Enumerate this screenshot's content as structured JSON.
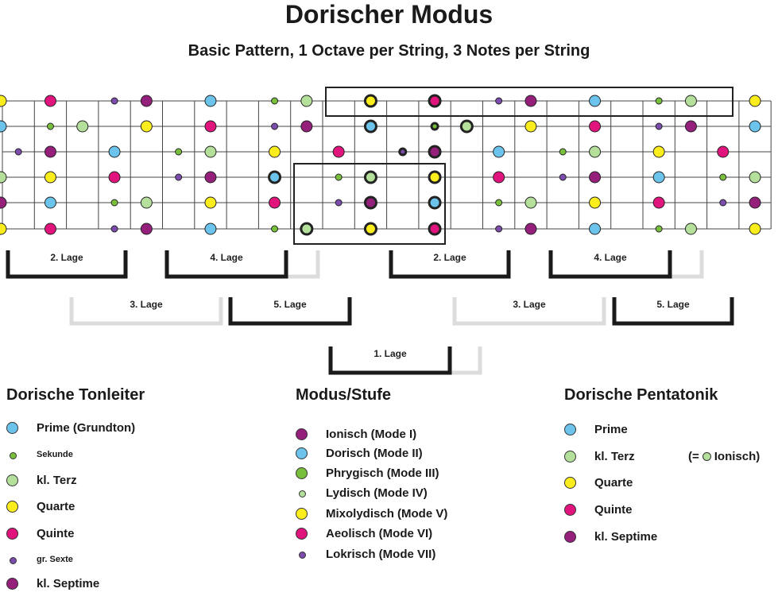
{
  "title": "Dorischer Modus",
  "subtitle": "Basic Pattern, 1 Octave per String, 3 Notes per String",
  "colors": {
    "prime": "#6cc4ec",
    "sekunde": "#78c03c",
    "kl_terz": "#b4e09c",
    "quarte": "#fcee1c",
    "quinte": "#e0147c",
    "gr_sexte": "#7c4cac",
    "kl_septime": "#94207c",
    "inactive_bracket": "#dcdcdc",
    "active_bracket": "#1a1a1a"
  },
  "positions": [
    {
      "label": "2. Lage",
      "active": true
    },
    {
      "label": "4. Lage",
      "active": true
    },
    {
      "label": "3. Lage",
      "active": false
    },
    {
      "label": "5. Lage",
      "active": true
    },
    {
      "label": "1. Lage",
      "active": true
    },
    {
      "label": "2. Lage",
      "active": true
    },
    {
      "label": "4. Lage",
      "active": true
    },
    {
      "label": "3. Lage",
      "active": false
    },
    {
      "label": "5. Lage",
      "active": true
    }
  ],
  "legend_scale": {
    "title": "Dorische Tonleiter",
    "items": [
      {
        "label": "Prime (Grundton)",
        "degree": "prime"
      },
      {
        "label": "Sekunde",
        "degree": "sekunde"
      },
      {
        "label": "kl. Terz",
        "degree": "kl_terz"
      },
      {
        "label": "Quarte",
        "degree": "quarte"
      },
      {
        "label": "Quinte",
        "degree": "quinte"
      },
      {
        "label": "gr. Sexte",
        "degree": "gr_sexte"
      },
      {
        "label": "kl. Septime",
        "degree": "kl_septime"
      }
    ]
  },
  "legend_modes": {
    "title": "Modus/Stufe",
    "items": [
      {
        "label": "Ionisch (Mode I)",
        "degree": "kl_septime"
      },
      {
        "label": "Dorisch (Mode II)",
        "degree": "prime"
      },
      {
        "label": "Phrygisch (Mode III)",
        "degree": "sekunde"
      },
      {
        "label": "Lydisch (Mode IV)",
        "degree": "kl_terz"
      },
      {
        "label": "Mixolydisch (Mode V)",
        "degree": "quarte"
      },
      {
        "label": "Aeolisch (Mode VI)",
        "degree": "quinte"
      },
      {
        "label": "Lokrisch (Mode VII)",
        "degree": "gr_sexte"
      }
    ]
  },
  "legend_pentatonic": {
    "title": "Dorische Pentatonik",
    "items": [
      {
        "label": "Prime",
        "degree": "prime"
      },
      {
        "label": "kl. Terz",
        "degree": "kl_terz"
      },
      {
        "label": "Quarte",
        "degree": "quarte"
      },
      {
        "label": "Quinte",
        "degree": "quinte"
      },
      {
        "label": "kl. Septime",
        "degree": "kl_septime"
      }
    ],
    "note": {
      "prefix": "(=",
      "suffix": "Ionisch)"
    }
  }
}
